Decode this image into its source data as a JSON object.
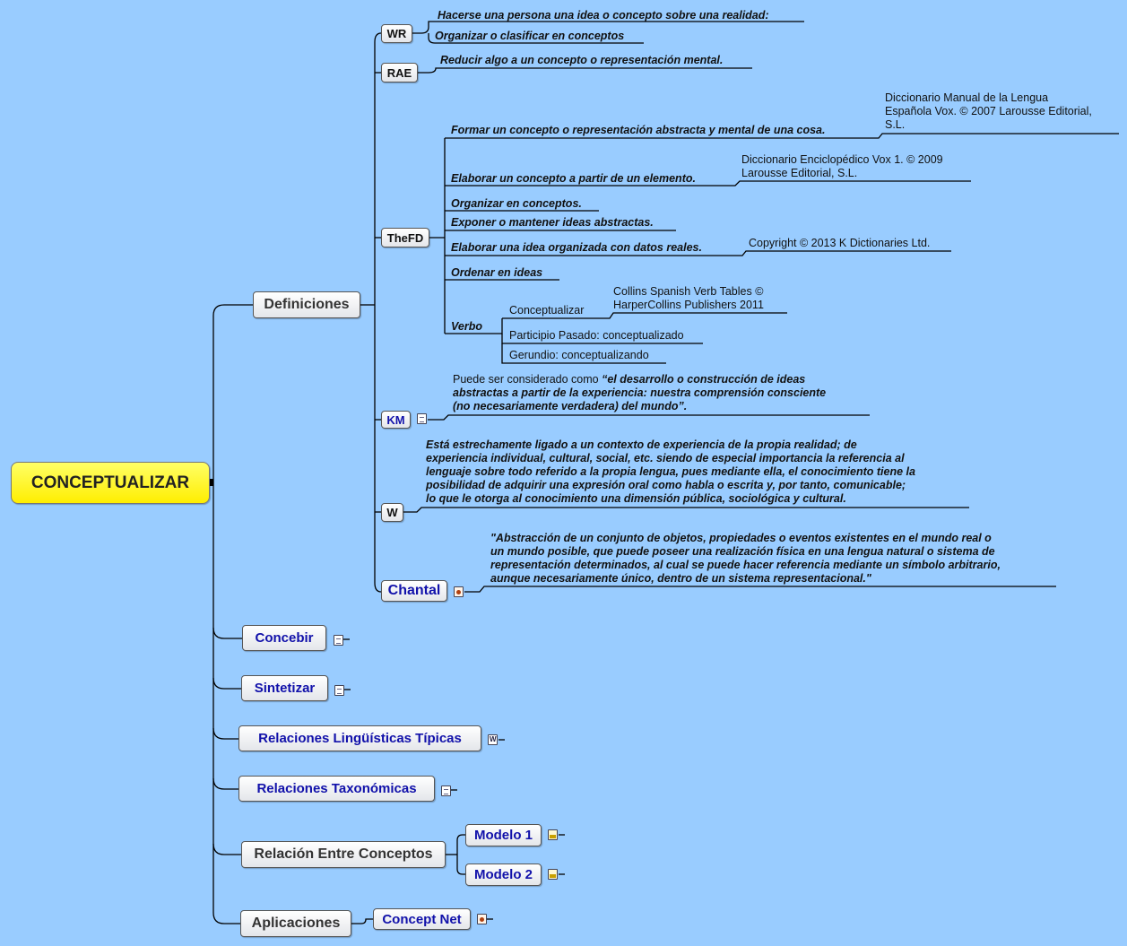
{
  "root": {
    "label": "CONCEPTUALIZAR"
  },
  "definiciones": {
    "label": "Definiciones",
    "wr": {
      "label": "WR",
      "items": [
        "Hacerse una persona una idea o concepto sobre una realidad:",
        "Organizar o clasificar en conceptos"
      ]
    },
    "rae": {
      "label": "RAE",
      "items": [
        "Reducir algo a un concepto o representación mental."
      ]
    },
    "thefd": {
      "label": "TheFD",
      "items": [
        "Formar un concepto o representación abstracta y mental de una cosa.",
        "Elaborar un concepto a partir de un elemento.",
        "Organizar en conceptos.",
        "Exponer o mantener ideas abstractas.",
        "Elaborar una idea organizada con datos reales.",
        "Ordenar en ideas"
      ],
      "sources": [
        "Diccionario Manual de la Lengua\nEspañola Vox. © 2007 Larousse Editorial,\nS.L.",
        "Diccionario Enciclopédico Vox 1. © 2009\nLarousse Editorial, S.L.",
        "Copyright © 2013 K Dictionaries Ltd."
      ],
      "verbo": {
        "label": "Verbo",
        "items": [
          "Conceptualizar",
          "Participio Pasado: conceptualizado",
          "Gerundio: conceptualizando"
        ],
        "source": "Collins Spanish Verb Tables ©\nHarperCollins Publishers 2011"
      }
    },
    "km": {
      "label": "KM",
      "prefix": "Puede ser considerado como ",
      "quote_line1": "“el desarrollo o construcción de ideas",
      "quote_rest": "abstractas a partir de la experiencia: nuestra comprensión consciente\n(no necesariamente verdadera) del mundo”."
    },
    "w": {
      "label": "W",
      "text": "Está estrechamente ligado a un contexto de experiencia de la propia realidad; de\nexperiencia individual, cultural, social, etc. siendo de especial importancia la referencia al\nlenguaje sobre todo referido a la propia lengua, pues mediante ella, el conocimiento tiene la\nposibilidad de adquirir una expresión oral como habla o escrita y, por tanto, comunicable;\nlo que le otorga al conocimiento una dimensión pública, sociológica y cultural."
    },
    "chantal": {
      "label": "Chantal",
      "text": "\"Abstracción de un conjunto de objetos, propiedades o eventos existentes en el mundo real o\nun mundo posible, que puede poseer una realización física en una lengua natural o sistema de\nrepresentación determinados, al cual se puede hacer referencia mediante un símbolo arbitrario,\naunque necesariamente único, dentro de un sistema representacional.\""
    }
  },
  "concebir": {
    "label": "Concebir"
  },
  "sintetizar": {
    "label": "Sintetizar"
  },
  "relaciones_linguisticas": {
    "label": "Relaciones Lingüísticas Típicas"
  },
  "relaciones_taxonomicas": {
    "label": "Relaciones Taxonómicas"
  },
  "relacion_conceptos": {
    "label": "Relación Entre Conceptos",
    "children": [
      "Modelo 1",
      "Modelo 2"
    ]
  },
  "aplicaciones": {
    "label": "Aplicaciones",
    "children": [
      "Concept Net"
    ]
  },
  "icons": {
    "note": "note-icon",
    "word": "word-doc-icon",
    "pdf": "pdf-icon",
    "image": "image-icon"
  }
}
